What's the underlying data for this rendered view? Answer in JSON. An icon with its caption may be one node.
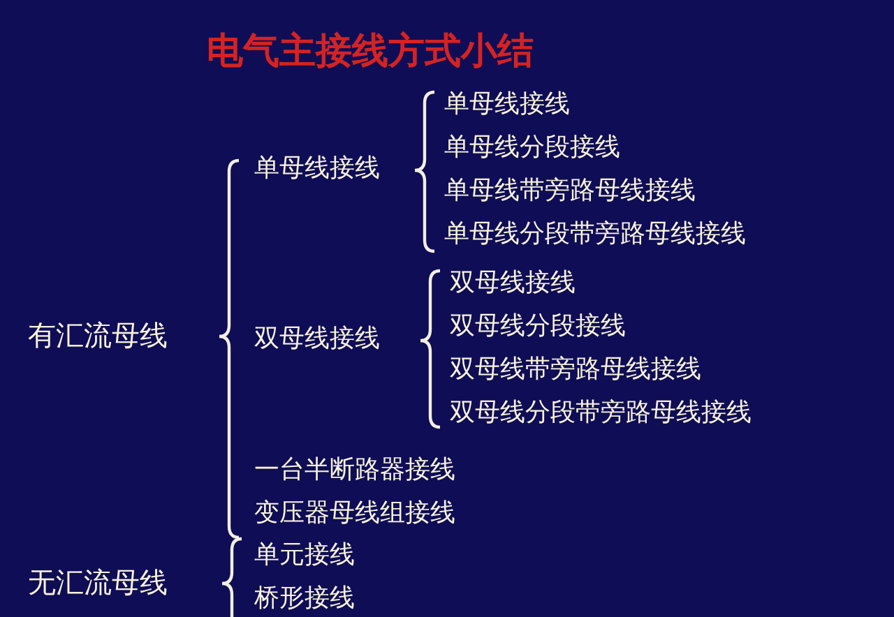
{
  "diagram": {
    "title": "电气主接线方式小结",
    "labels": [
      "有汇流母线",
      "单母线接线",
      "单母线接线",
      "单母线分段接线",
      "单母线带旁路母线接线",
      "单母线分段带旁路母线接线",
      "双母线接线",
      "双母线接线",
      "双母线分段接线",
      "双母线带旁路母线接线",
      "双母线分段带旁路母线接线",
      "一台半断路器接线",
      "变压器母线组接线",
      "无汇流母线",
      "单元接线",
      "桥形接线"
    ]
  }
}
